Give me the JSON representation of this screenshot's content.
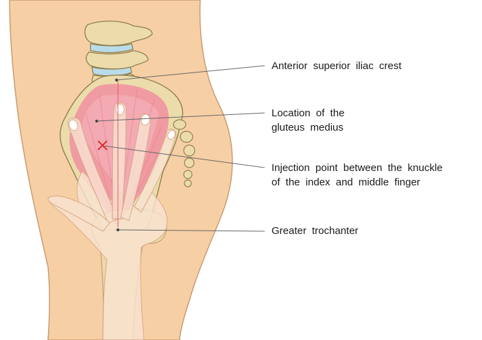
{
  "labels": {
    "anterior_superior_iliac_crest": "Anterior superior iliac crest",
    "gluteus_line1": "Location of the",
    "gluteus_line2": "gluteus medius",
    "injection_line1": "Injection point between the knuckle",
    "injection_line2": "of the index and middle finger",
    "greater_trochanter": "Greater trochanter"
  },
  "colors": {
    "skin": "#f7cfa5",
    "skin_outline": "#c99b70",
    "bone": "#ecdcac",
    "bone_outline": "#8f7f4e",
    "disc": "#b9dcea",
    "muscle": "#f18f9f",
    "muscle_light": "#f6b6c1",
    "hand": "#f9e4d2",
    "hand_outline": "#d8a88a",
    "leader_line": "#666666",
    "injection_mark": "#e02020"
  }
}
